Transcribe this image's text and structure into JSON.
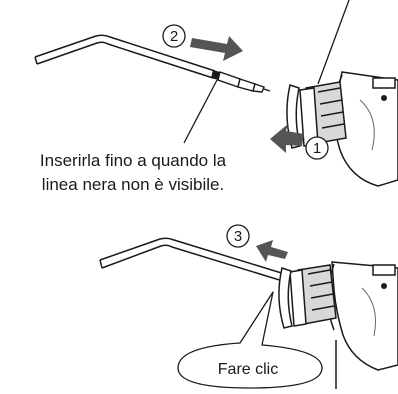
{
  "steps": {
    "push_body": "1",
    "push_nozzle": "2",
    "pull_nozzle": "3"
  },
  "instruction": {
    "line1": "Inserirla fino a quando la",
    "line2": "linea nera non è visibile."
  },
  "balloon": {
    "text": "Fare clic"
  },
  "colors": {
    "line": "#1a1a1a",
    "arrow": "#555555",
    "shading": "#d8d8d8"
  }
}
